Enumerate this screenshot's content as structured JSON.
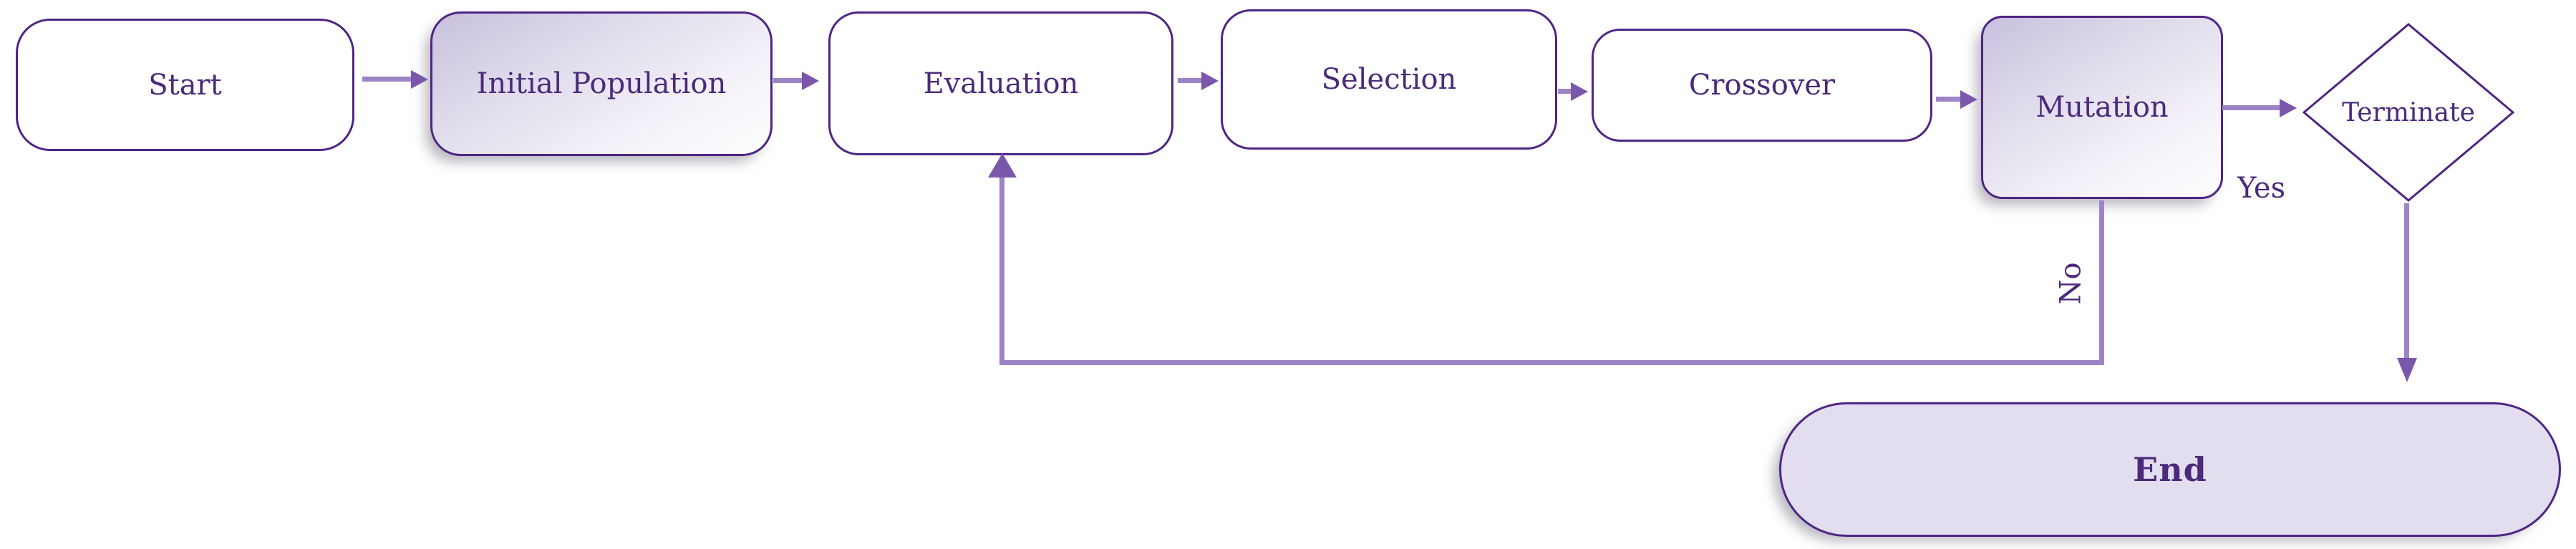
{
  "diagram": {
    "type": "flowchart",
    "nodes": [
      {
        "id": "start",
        "label": "Start",
        "shape": "rounded-rect",
        "fill": "white"
      },
      {
        "id": "initial-population",
        "label": "Initial Population",
        "shape": "rounded-rect",
        "fill": "lavender-gradient"
      },
      {
        "id": "evaluation",
        "label": "Evaluation",
        "shape": "rounded-rect",
        "fill": "white"
      },
      {
        "id": "selection",
        "label": "Selection",
        "shape": "rounded-rect",
        "fill": "white"
      },
      {
        "id": "crossover",
        "label": "Crossover",
        "shape": "rounded-rect",
        "fill": "white"
      },
      {
        "id": "mutation",
        "label": "Mutation",
        "shape": "rounded-rect",
        "fill": "lavender-gradient"
      },
      {
        "id": "terminate",
        "label": "Terminate",
        "shape": "diamond",
        "fill": "white"
      },
      {
        "id": "end",
        "label": "End",
        "shape": "stadium",
        "fill": "lavender"
      }
    ],
    "edges": [
      {
        "from": "start",
        "to": "initial-population",
        "label": ""
      },
      {
        "from": "initial-population",
        "to": "evaluation",
        "label": ""
      },
      {
        "from": "evaluation",
        "to": "selection",
        "label": ""
      },
      {
        "from": "selection",
        "to": "crossover",
        "label": ""
      },
      {
        "from": "crossover",
        "to": "mutation",
        "label": ""
      },
      {
        "from": "mutation",
        "to": "terminate",
        "label": "Yes"
      },
      {
        "from": "terminate",
        "to": "end",
        "label": ""
      },
      {
        "from": "mutation",
        "to": "evaluation",
        "label": "No"
      }
    ],
    "colors": {
      "node-border": "#4e2583",
      "node-text": "#4b2a7b",
      "connector": "#9d84c6",
      "connector-dark": "#7b57ab",
      "end-fill": "#e2def0",
      "bg": "#ffffff"
    }
  }
}
